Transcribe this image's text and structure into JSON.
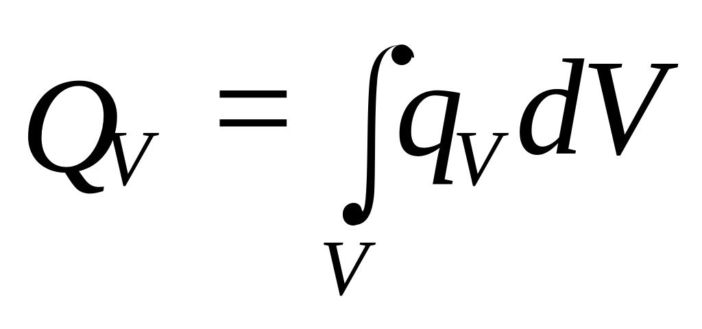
{
  "formula": {
    "lhs": {
      "symbol": "Q",
      "subscript": "V"
    },
    "operator": "=",
    "integral": {
      "symbol": "∫",
      "lower_limit": "V"
    },
    "integrand": {
      "symbol": "q",
      "subscript": "V"
    },
    "differential": {
      "d": "d",
      "variable": "V"
    }
  },
  "colors": {
    "background": "#ffffff",
    "ink": "#000000"
  }
}
